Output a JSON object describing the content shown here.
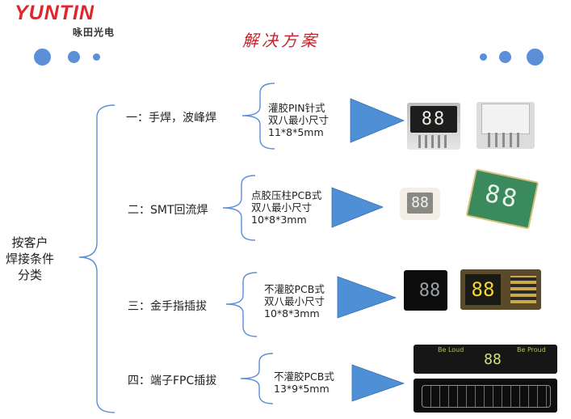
{
  "logo": {
    "brand": "YUNTIN",
    "cn": "咏田光电"
  },
  "title": "解决方案",
  "root": {
    "lines": [
      "按客户",
      "焊接条件",
      "分类"
    ]
  },
  "categories": [
    {
      "label": "一：手焊，波峰焊",
      "spec": [
        "灌胶PIN针式",
        "双八最小尺寸",
        "11*8*5mm"
      ]
    },
    {
      "label": "二：SMT回流焊",
      "spec": [
        "点胶压柱PCB式",
        "双八最小尺寸",
        "10*8*3mm"
      ]
    },
    {
      "label": "三：金手指插拔",
      "spec": [
        "不灌胶PCB式",
        "双八最小尺寸",
        "10*8*3mm"
      ]
    },
    {
      "label": "四：端子FPC插拔",
      "spec": [
        "不灌胶PCB式",
        "13*9*5mm"
      ]
    }
  ],
  "photo_labels": {
    "display_digits": "88",
    "be_loud": "Be Loud",
    "be_proud": "Be Proud"
  },
  "colors": {
    "brand_red": "#e0262b",
    "bracket": "#5b8fd8",
    "arrow": "#4f8fd6",
    "dots": "#5b8fd8"
  }
}
